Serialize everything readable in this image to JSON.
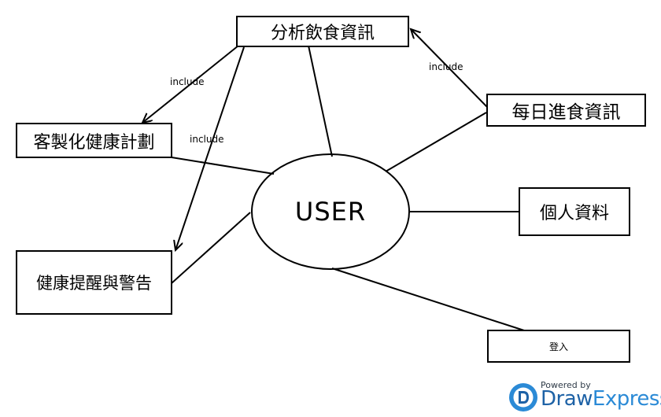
{
  "diagram": {
    "actor": "USER",
    "nodes": {
      "analyze": "分析飲食資訊",
      "daily": "每日進食資訊",
      "custom": "客製化健康計劃",
      "alert": "健康提醒與警告",
      "profile": "個人資料",
      "login": "登入"
    },
    "edge_labels": {
      "analyze_to_custom": "include",
      "analyze_to_alert": "include",
      "daily_to_analyze": "include"
    }
  },
  "branding": {
    "powered_by": "Powered by",
    "draw": "Draw",
    "express": "Express",
    "colors": {
      "dark_blue": "#1e62a6",
      "light_blue": "#2b8ad6"
    }
  }
}
